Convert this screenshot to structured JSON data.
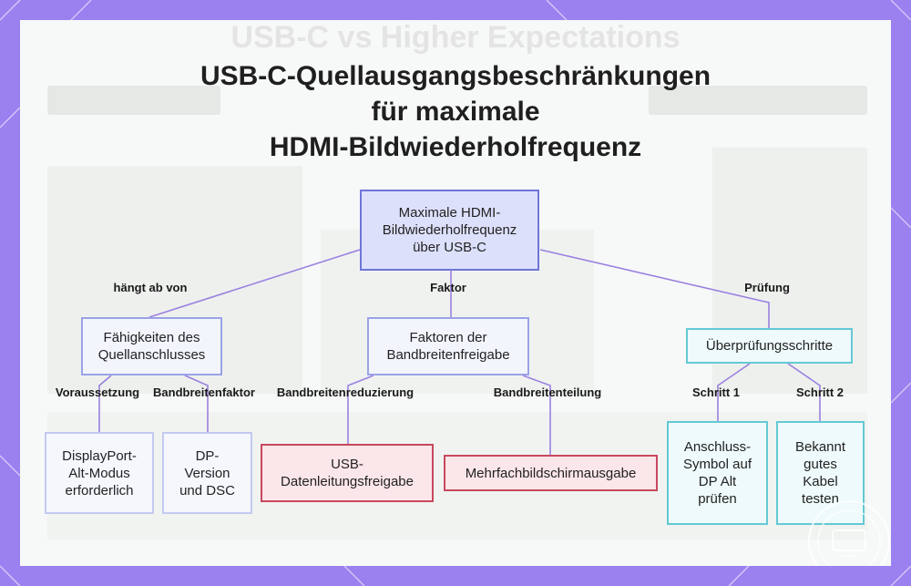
{
  "title": "USB-C-Quellausgangsbeschränkungen\nfür maximale\nHDMI-Bildwiederholfrequenz",
  "background_text": "USB-C vs Higher Expectations",
  "colors": {
    "frame": "#9b80f0",
    "root_fill": "#dde0fb",
    "root_border": "#6f75d9",
    "red_border": "#c8485e",
    "cyan_border": "#64c9d3",
    "connector": "#9b80e0"
  },
  "nodes": {
    "root": "Maximale HDMI-\nBildwiederholfrequenz\nüber USB-C",
    "source": "Fähigkeiten des\nQuellanschlusses",
    "bandwidth": "Faktoren der\nBandbreitenfreigabe",
    "verify": "Überprüfungsschritte",
    "dp_alt": "DisplayPort-\nAlt-Modus\nerforderlich",
    "dp_version": "DP-\nVersion\nund DSC",
    "usb_data": "USB-\nDatenleitungsfreigabe",
    "multi": "Mehrfachbildschirmausgabe",
    "step1": "Anschluss-\nSymbol auf\nDP Alt\nprüfen",
    "step2": "Bekannt\ngutes\nKabel\ntesten"
  },
  "edges": {
    "depends": "hängt ab von",
    "factor": "Faktor",
    "check": "Prüfung",
    "requirement": "Voraussetzung",
    "bw_factor": "Bandbreitenfaktor",
    "bw_reduction": "Bandbreitenreduzierung",
    "bw_sharing": "Bandbreitenteilung",
    "step1": "Schritt 1",
    "step2": "Schritt 2"
  }
}
